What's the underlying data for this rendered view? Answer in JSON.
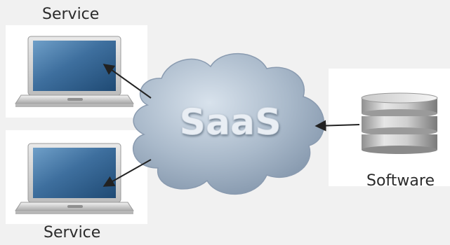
{
  "diagram": {
    "title_top": "Service",
    "title_bottom": "Service",
    "center_label": "SaaS",
    "right_label": "Software",
    "icons": {
      "laptop_top": "laptop-icon",
      "laptop_bottom": "laptop-icon",
      "cloud": "cloud-icon",
      "server": "database-icon"
    },
    "colors": {
      "cloud": "#9fb0c3",
      "screen": "#3a6a98",
      "server": "#b8b8b8",
      "arrow": "#222222"
    }
  }
}
